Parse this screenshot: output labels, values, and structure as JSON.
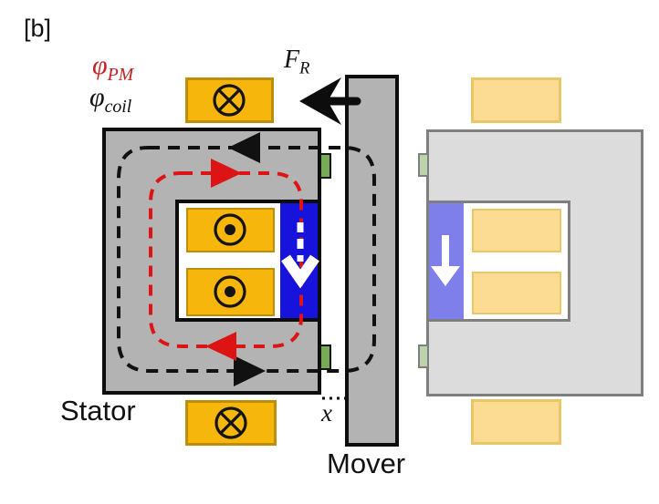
{
  "labels": {
    "figure": "[b]",
    "flux_pm": {
      "symbol": "φ",
      "sub": "PM"
    },
    "flux_coil": {
      "symbol": "φ",
      "sub": "coil"
    },
    "force": {
      "symbol": "F",
      "sub": "R"
    },
    "stator": "Stator",
    "mover": "Mover",
    "displacement": "x"
  },
  "symbols": {
    "outer_coil_current": "⊗",
    "inner_coil_current": "⊙",
    "pm_magnetization_direction": "down",
    "ghost_magnetization_direction": "down",
    "force_direction": "left",
    "flux_pm_loop_direction": "clockwise",
    "flux_coil_loop_direction": "counter-clockwise"
  },
  "colors": {
    "stator_gray": "#b3b3b3",
    "outline_black": "#0d0d0d",
    "ghost_gray": "#dcdcdc",
    "ghost_border": "#7f7f7f",
    "coil_orange": "#f6b60b",
    "coil_orange_border": "#bf8e09",
    "coil_faded": "#fbdc92",
    "coil_faded_border": "#e9c766",
    "magnet_blue": "#1813dc",
    "magnet_faded": "#7f7feb",
    "tab_green": "#77ab55",
    "tab_green_faded": "#bcd4ab",
    "flux_pm_red": "#dd1414",
    "flux_coil_black": "#111111",
    "label_red": "#c52222",
    "arrow_white": "#ffffff"
  }
}
